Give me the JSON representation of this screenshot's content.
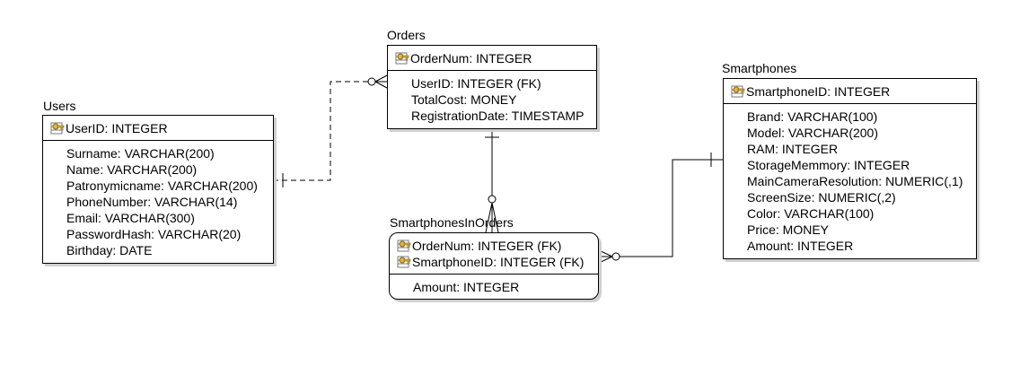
{
  "entities": {
    "users": {
      "title": "Users",
      "pk": [
        "UserID: INTEGER"
      ],
      "attrs": [
        "Surname: VARCHAR(200)",
        "Name: VARCHAR(200)",
        "Patronymicname: VARCHAR(200)",
        "PhoneNumber: VARCHAR(14)",
        "Email: VARCHAR(300)",
        "PasswordHash: VARCHAR(20)",
        "Birthday: DATE"
      ]
    },
    "orders": {
      "title": "Orders",
      "pk": [
        "OrderNum: INTEGER"
      ],
      "attrs": [
        "UserID: INTEGER (FK)",
        "TotalCost: MONEY",
        "RegistrationDate: TIMESTAMP"
      ]
    },
    "smartphones_in_orders": {
      "title": "SmartphonesInOrders",
      "pk": [
        "OrderNum: INTEGER (FK)",
        "SmartphoneID: INTEGER (FK)"
      ],
      "attrs": [
        "Amount: INTEGER"
      ]
    },
    "smartphones": {
      "title": "Smartphones",
      "pk": [
        "SmartphoneID: INTEGER"
      ],
      "attrs": [
        "Brand: VARCHAR(100)",
        "Model: VARCHAR(200)",
        "RAM: INTEGER",
        "StorageMemmory: INTEGER",
        "MainCameraResolution: NUMERIC(,1)",
        "ScreenSize: NUMERIC(,2)",
        "Color: VARCHAR(100)",
        "Price: MONEY",
        "Amount: INTEGER"
      ]
    }
  },
  "relationships": [
    {
      "from": "users",
      "to": "orders",
      "line": "dashed",
      "from_end": "one",
      "to_end": "zero-or-many"
    },
    {
      "from": "orders",
      "to": "smartphones_in_orders",
      "line": "solid",
      "from_end": "one",
      "to_end": "zero-or-many"
    },
    {
      "from": "smartphones",
      "to": "smartphones_in_orders",
      "line": "solid",
      "from_end": "one",
      "to_end": "zero-or-many"
    }
  ],
  "icons": {
    "primary_key": "key-table-icon"
  },
  "colors": {
    "line": "#000000",
    "shadow": "#cfcfcf",
    "key_icon": "#c8a040"
  }
}
